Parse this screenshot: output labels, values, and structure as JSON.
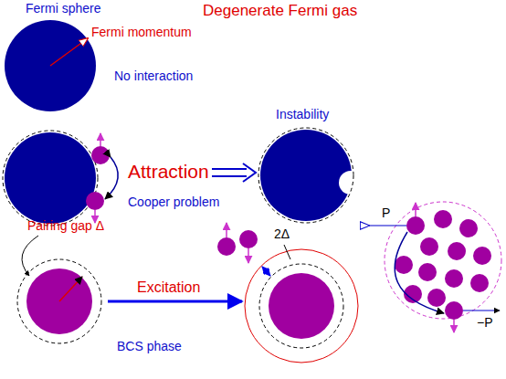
{
  "diagram": {
    "title": "Degenerate Fermi gas",
    "labels": [
      "Fermi sphere",
      "Fermi momentum",
      "No interaction",
      "Attraction",
      "Cooper problem",
      "Instability",
      "Pairing gap Δ",
      "2Δ",
      "P",
      "−P",
      "Excitation",
      "BCS phase"
    ]
  }
}
